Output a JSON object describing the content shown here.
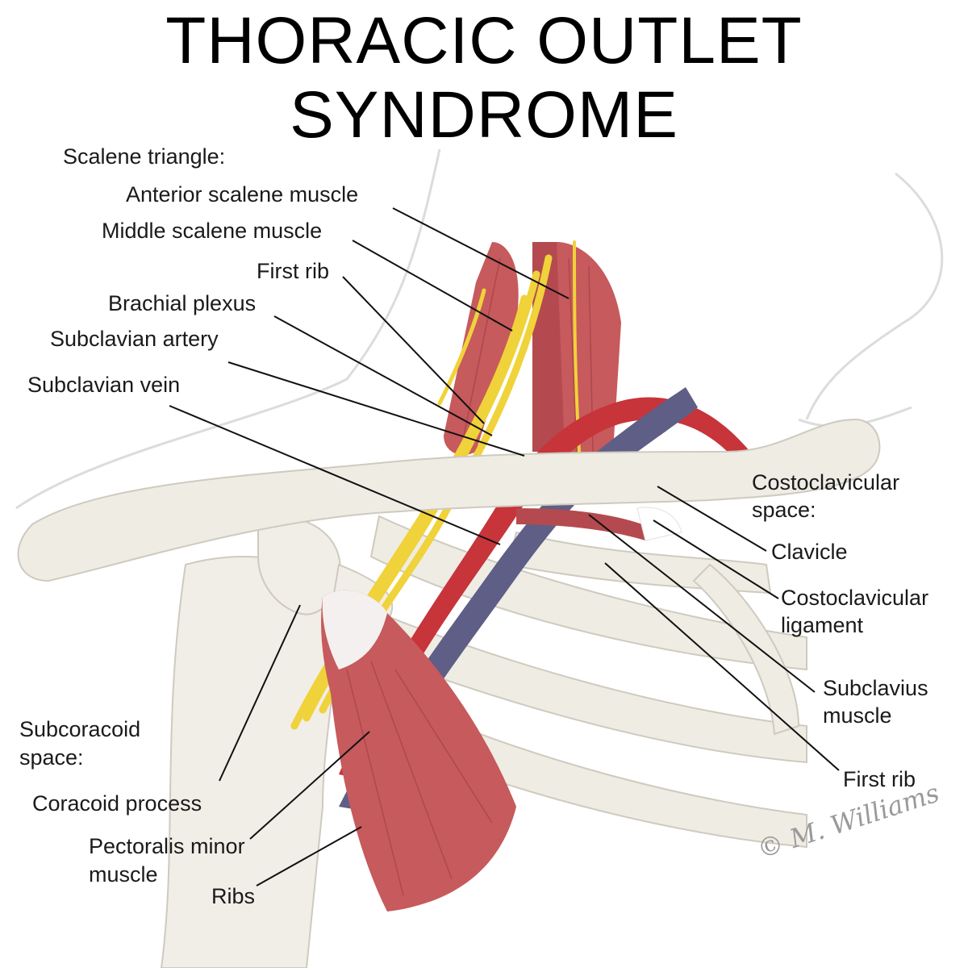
{
  "title": {
    "line1": "THORACIC OUTLET",
    "line2": "SYNDROME"
  },
  "labels": {
    "scalene_triangle": "Scalene triangle:",
    "anterior_scalene": "Anterior scalene muscle",
    "middle_scalene": "Middle scalene muscle",
    "first_rib_top": "First rib",
    "brachial_plexus": "Brachial plexus",
    "subclavian_artery": "Subclavian artery",
    "subclavian_vein": "Subclavian vein",
    "costoclavicular_space_1": "Costoclavicular",
    "costoclavicular_space_2": "space:",
    "clavicle": "Clavicle",
    "costoclavicular_ligament_1": "Costoclavicular",
    "costoclavicular_ligament_2": "ligament",
    "subclavius_1": "Subclavius",
    "subclavius_2": "muscle",
    "first_rib_bottom": "First rib",
    "subcoracoid_1": "Subcoracoid",
    "subcoracoid_2": "space:",
    "coracoid_process": "Coracoid process",
    "pectoralis_1": "Pectoralis minor",
    "pectoralis_2": "muscle",
    "ribs": "Ribs"
  },
  "signature": "© M. Williams",
  "colors": {
    "bone": "#efece4",
    "bone_outline": "#cfcabf",
    "muscle": "#c65a5c",
    "muscle_dark": "#9e3b40",
    "nerve": "#f0d23a",
    "artery": "#c7343a",
    "vein": "#5f5e86",
    "leader": "#111111",
    "skin_outline": "#d9d9d9"
  }
}
